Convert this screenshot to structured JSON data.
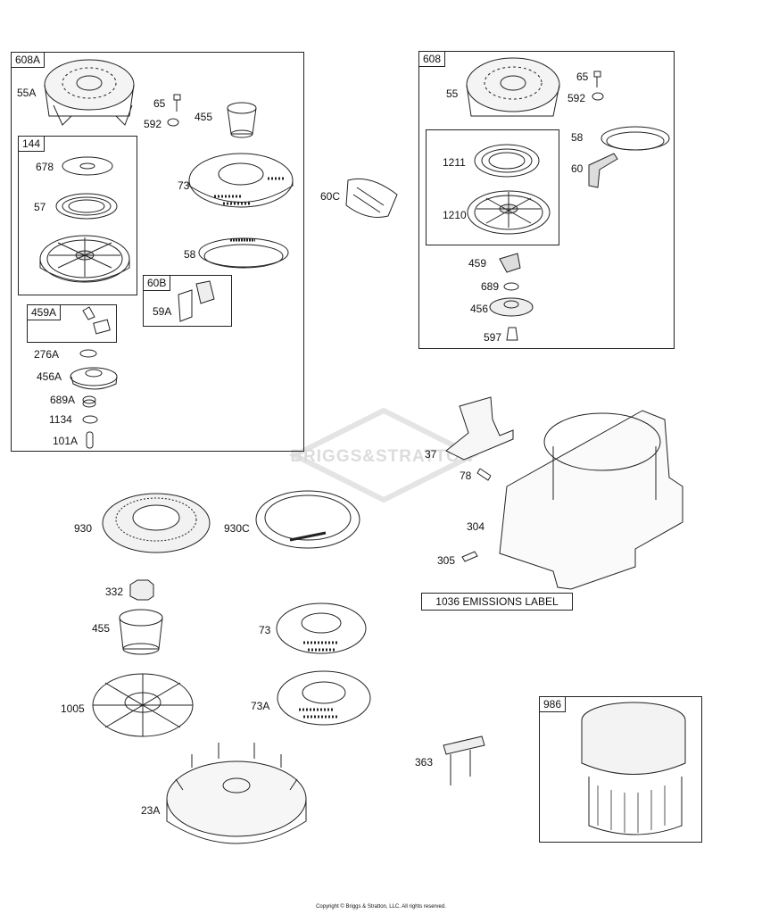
{
  "boxes": {
    "b608A": "608A",
    "b144": "144",
    "b60B": "60B",
    "b459A": "459A",
    "b608": "608",
    "b986": "986"
  },
  "labels": {
    "p55A": "55A",
    "p65a": "65",
    "p592a": "592",
    "p455a": "455",
    "p678": "678",
    "p73a": "73",
    "p57": "57",
    "p58a": "58",
    "p59A": "59A",
    "p276A": "276A",
    "p456A": "456A",
    "p689A": "689A",
    "p1134": "1134",
    "p101A": "101A",
    "p60C": "60C",
    "p55": "55",
    "p65b": "65",
    "p592b": "592",
    "p58b": "58",
    "p1211": "1211",
    "p60": "60",
    "p1210": "1210",
    "p459": "459",
    "p689": "689",
    "p456": "456",
    "p597": "597",
    "p37": "37",
    "p78": "78",
    "p304": "304",
    "p305": "305",
    "p930": "930",
    "p930C": "930C",
    "p332": "332",
    "p455b": "455",
    "p73b": "73",
    "p1005": "1005",
    "p73A": "73A",
    "p363": "363",
    "p23A": "23A"
  },
  "emissions_label": "1036 EMISSIONS LABEL",
  "watermark": "BRIGGS&STRATTON",
  "footer": "Copyright © Briggs & Stratton, LLC. All rights reserved."
}
